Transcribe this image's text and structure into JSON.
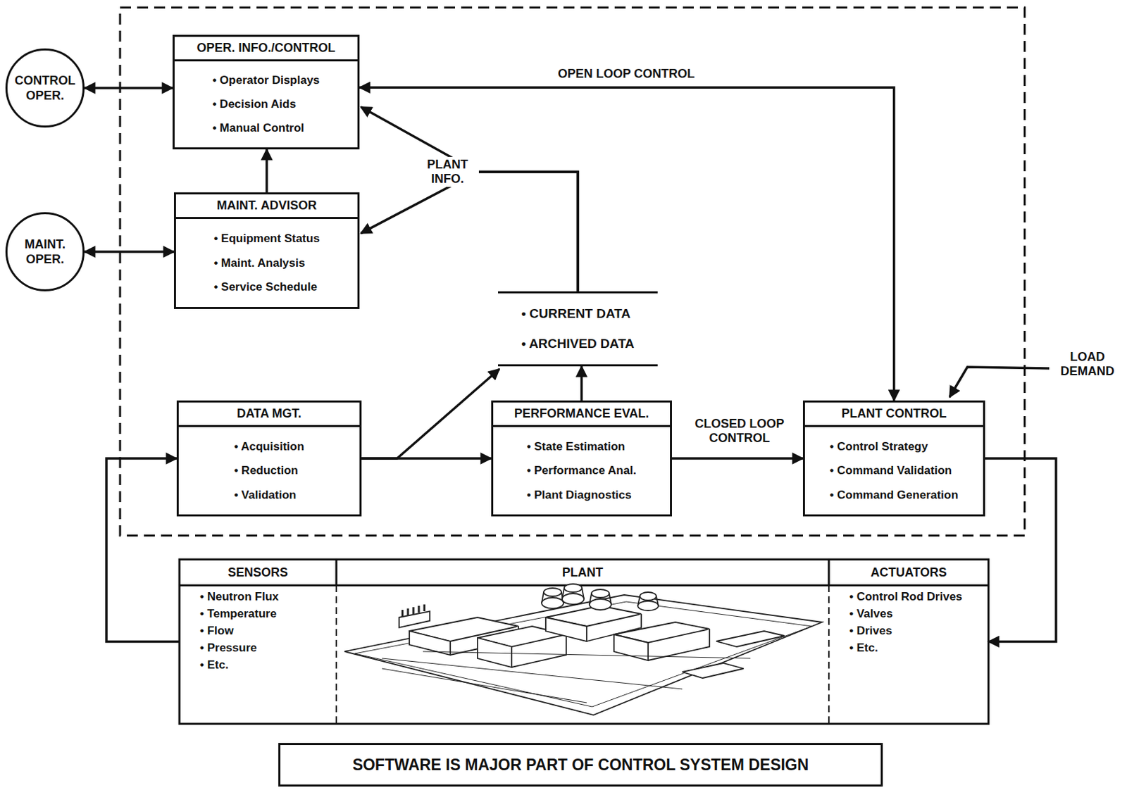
{
  "diagram": {
    "caption": "SOFTWARE IS MAJOR PART OF CONTROL SYSTEM DESIGN",
    "nodes": [
      {
        "text": [
          "CONTROL OPER."
        ]
      },
      {
        "text": [
          "OPER. INFO./CONTROL",
          "• Operator Displays",
          "• Decision Aids",
          "• Manual Control"
        ]
      },
      {
        "text": [
          "MAINT. OPER."
        ]
      },
      {
        "text": [
          "MAINT. ADVISOR",
          "• Equipment Status",
          "• Maint. Analysis",
          "• Service Schedule"
        ]
      },
      {
        "text": [
          "• CURRENT DATA",
          "• ARCHIVED DATA"
        ]
      },
      {
        "text": [
          "DATA MGT.",
          "• Acquisition",
          "• Reduction",
          "• Validation"
        ]
      },
      {
        "text": [
          "PERFORMANCE EVAL.",
          "• State Estimation",
          "• Performance Anal.",
          "• Plant Diagnostics"
        ]
      },
      {
        "text": [
          "PLANT CONTROL",
          "• Control Strategy",
          "• Command Validation",
          "• Command Generation"
        ]
      },
      {
        "text": [
          "SENSORS",
          "• Neutron Flux",
          "• Temperature",
          "• Flow",
          "• Pressure",
          "• Etc."
        ]
      },
      {
        "text": [
          "PLANT"
        ]
      },
      {
        "text": [
          "ACTUATORS",
          "• Control Rod Drives",
          "• Valves",
          "• Drives",
          "• Etc."
        ]
      }
    ],
    "edges": [
      {
        "from": 0,
        "to": 1,
        "arrow": "both"
      },
      {
        "from": 2,
        "to": 3,
        "arrow": "both"
      },
      {
        "from": 3,
        "to": 1,
        "arrow": "to"
      },
      {
        "from": 4,
        "to": 1,
        "arrow": "to"
      },
      {
        "from": 4,
        "to": 3,
        "arrow": "to"
      },
      {
        "from": 5,
        "to": 4,
        "arrow": "to"
      },
      {
        "from": 5,
        "to": 6,
        "arrow": "to"
      },
      {
        "from": 6,
        "to": 4,
        "arrow": "to"
      },
      {
        "from": 6,
        "to": 7,
        "label": "CLOSED LOOP CONTROL",
        "arrow": "to"
      },
      {
        "from": 1,
        "to": 7,
        "label": "OPEN LOOP CONTROL",
        "arrow": "both"
      },
      {
        "from": 8,
        "to": 5,
        "arrow": "to"
      },
      {
        "from": 7,
        "to": 10,
        "arrow": "to"
      }
    ],
    "labels": [
      "PLANT INFO.",
      "LOAD DEMAND"
    ]
  }
}
